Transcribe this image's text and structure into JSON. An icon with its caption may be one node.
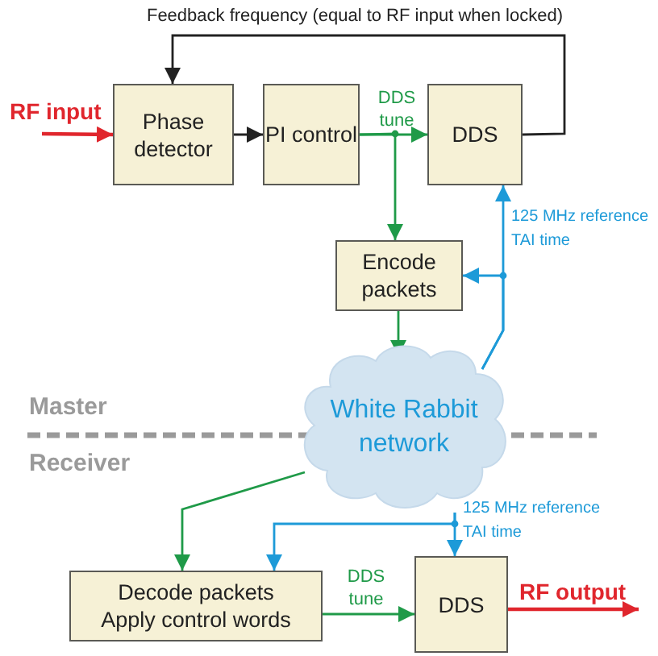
{
  "diagram": {
    "nodes": [
      {
        "text": [
          "Phase detector"
        ]
      },
      {
        "text": [
          "PI control"
        ]
      },
      {
        "text": [
          "DDS"
        ]
      },
      {
        "text": [
          "Encode packets"
        ]
      },
      {
        "text": [
          "White Rabbit network"
        ]
      },
      {
        "text": [
          "Decode packets",
          "Apply control words"
        ]
      },
      {
        "text": [
          "DDS"
        ]
      }
    ],
    "edges": [
      {
        "from": null,
        "to": 0,
        "arrow": "to",
        "label": "RF input",
        "color": "#e0262d"
      },
      {
        "from": 0,
        "to": 1,
        "arrow": "to",
        "color": "#222222"
      },
      {
        "from": 1,
        "to": 2,
        "arrow": "to",
        "label": "DDS tune",
        "color": "#1f9a48"
      },
      {
        "from": 1,
        "to": 3,
        "arrow": "to",
        "color": "#1f9a48"
      },
      {
        "from": 2,
        "to": 0,
        "arrow": "to",
        "label": "Feedback frequency (equal to RF input when locked)",
        "color": "#222222"
      },
      {
        "from": 3,
        "to": 4,
        "arrow": "to",
        "color": "#1f9a48"
      },
      {
        "from": 4,
        "to": 2,
        "arrow": "to",
        "label": "125 MHz reference TAI time",
        "color": "#1d9ad8"
      },
      {
        "from": 4,
        "to": 3,
        "arrow": "to",
        "color": "#1d9ad8"
      },
      {
        "from": 4,
        "to": 5,
        "arrow": "to",
        "color": "#1f9a48"
      },
      {
        "from": 4,
        "to": 5,
        "arrow": "to",
        "color": "#1d9ad8"
      },
      {
        "from": 4,
        "to": 6,
        "arrow": "to",
        "label": "125 MHz reference TAI time",
        "color": "#1d9ad8"
      },
      {
        "from": 5,
        "to": 6,
        "arrow": "to",
        "label": "DDS tune",
        "color": "#1f9a48"
      },
      {
        "from": 6,
        "to": null,
        "arrow": "to",
        "label": "RF output",
        "color": "#e0262d"
      }
    ],
    "labels": [
      "Master",
      "Receiver"
    ]
  }
}
